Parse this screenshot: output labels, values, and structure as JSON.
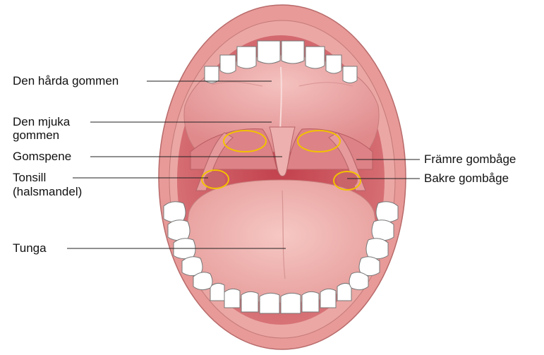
{
  "labels": {
    "hard_palate": "Den hårda gommen",
    "soft_palate_line1": "Den mjuka",
    "soft_palate_line2": "gommen",
    "uvula": "Gomspene",
    "tonsil_line1": "Tonsill",
    "tonsil_line2": "(halsmandel)",
    "tongue": "Tunga",
    "anterior_arch": "Främre gombåge",
    "posterior_arch": "Bakre gombåge"
  },
  "colors": {
    "lip": "#e79a98",
    "lip_outline": "#b86a6a",
    "gum": "#f1b8b3",
    "throat": "#b23b48",
    "palate": "#efaaa8",
    "tongue": "#f1b3b0",
    "tooth": "#ffffff",
    "highlight_ring": "#f2c200",
    "leader_line": "#222222"
  }
}
